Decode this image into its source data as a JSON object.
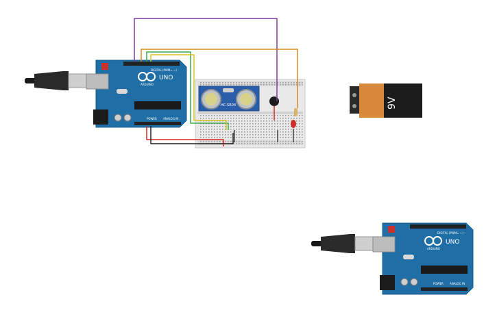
{
  "canvas": {
    "arduino_top": {
      "brand": "ARDUINO",
      "model": "UNO",
      "digital_header": "DIGITAL (PWM= ~)",
      "power_label": "POWER",
      "analog_label": "ANALOG IN"
    },
    "arduino_bottom": {
      "brand": "ARDUINO",
      "model": "UNO",
      "digital_header": "DIGITAL (PWM= ~)",
      "power_label": "POWER",
      "analog_label": "ANALOG IN"
    },
    "sensor": {
      "label": "HC-SR04"
    },
    "battery": {
      "label": "9V"
    }
  },
  "colors": {
    "arduino_board": "#1f6fa6",
    "breadboard": "#e9e9e9",
    "battery_orange": "#d9893a",
    "battery_black": "#1c1c1c",
    "sensor_board": "#2a5ea8",
    "wire_purple": "#7b3d9a",
    "wire_orange": "#d98a1f",
    "wire_green": "#3aa84a",
    "wire_yellow": "#d8c51e",
    "wire_red": "#d62626",
    "wire_black": "#222222",
    "led_red": "#c9302c"
  }
}
